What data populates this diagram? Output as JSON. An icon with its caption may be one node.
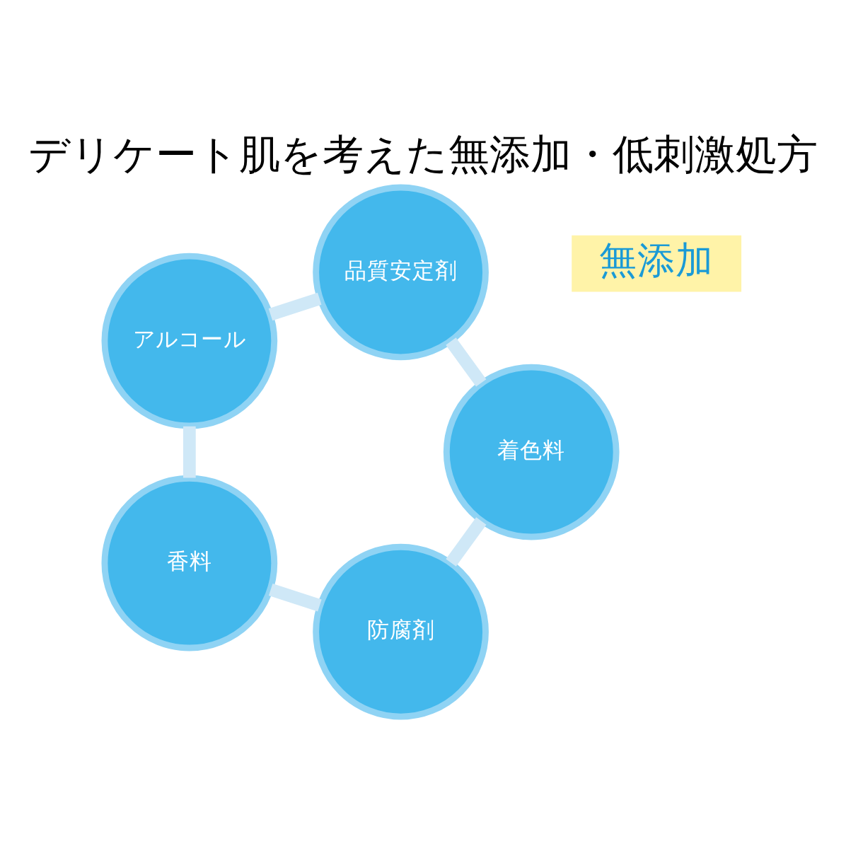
{
  "diagram": {
    "title": "デリケート肌を考えた無添加・低刺激処方",
    "nodes": [
      {
        "text": [
          "防腐剤"
        ]
      },
      {
        "text": [
          "着色料"
        ]
      },
      {
        "text": [
          "香料"
        ]
      },
      {
        "text": [
          "品質安定剤"
        ]
      },
      {
        "text": [
          "アルコール"
        ]
      }
    ],
    "edges": [
      {
        "from": 0,
        "to": 2,
        "arrow": "none"
      },
      {
        "from": 2,
        "to": 4,
        "arrow": "none"
      },
      {
        "from": 4,
        "to": 3,
        "arrow": "none"
      },
      {
        "from": 3,
        "to": 1,
        "arrow": "none"
      },
      {
        "from": 1,
        "to": 0,
        "arrow": "none"
      }
    ],
    "labels": [
      "無添加"
    ]
  }
}
